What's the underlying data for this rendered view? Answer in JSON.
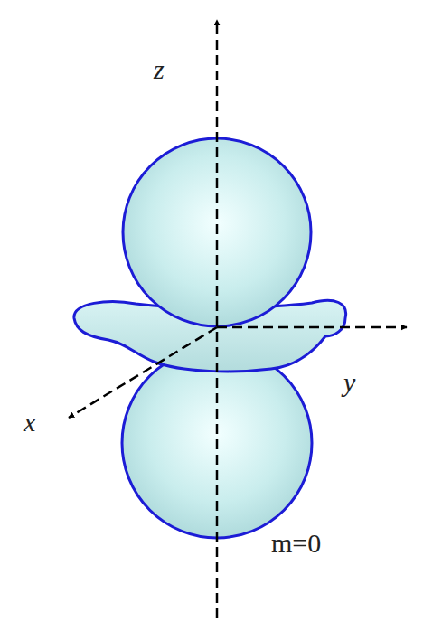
{
  "diagram": {
    "labels": [
      "z",
      "x",
      "y",
      "m=0"
    ]
  }
}
